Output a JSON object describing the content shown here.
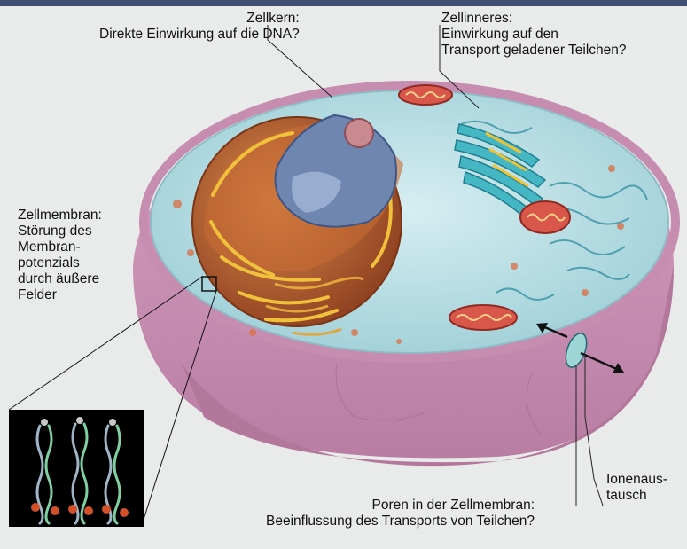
{
  "colors": {
    "background": "#e9eaea",
    "top_bar": "#3f4f72",
    "cell_membrane": "#c98cb0",
    "cytoplasm": "#bfe0e6",
    "nucleus_envelope": "#b45a2e",
    "nucleus_inner": "#6f86b0",
    "leader_line": "#222222"
  },
  "labels": {
    "nucleus": {
      "line1": "Zellkern:",
      "line2": "Direkte Einwirkung auf die DNA?"
    },
    "interior": {
      "line1": "Zellinneres:",
      "line2": "Einwirkung auf den",
      "line3": "Transport geladener Teilchen?"
    },
    "membrane": {
      "line1": "Zellmembran:",
      "line2": "Störung des",
      "line3": "Membran-",
      "line4": "potenzials",
      "line5": "durch äußere",
      "line6": "Felder"
    },
    "pores": {
      "line1": "Poren in der Zellmembran:",
      "line2": "Beeinflussung des Transports von Teilchen?"
    },
    "ion_exchange": {
      "line1": "Ionenaus-",
      "line2": "tausch"
    }
  }
}
